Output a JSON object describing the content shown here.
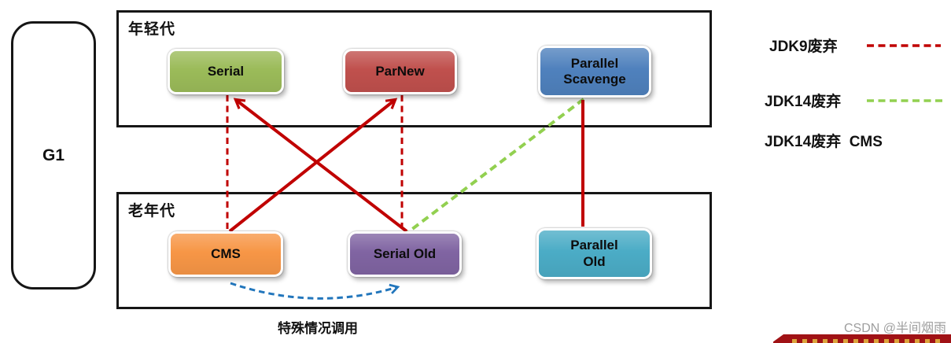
{
  "diagram": {
    "g1_label": "G1",
    "young_gen": {
      "title": "年轻代",
      "collectors": [
        {
          "label": "Serial",
          "color": "#9bbb59"
        },
        {
          "label": "ParNew",
          "color": "#c0504d"
        },
        {
          "label": "Parallel Scavenge",
          "color": "#4f81bd"
        }
      ]
    },
    "old_gen": {
      "title": "老年代",
      "collectors": [
        {
          "label": "CMS",
          "color": "#f79646"
        },
        {
          "label": "Serial Old",
          "color": "#8064a2"
        },
        {
          "label": "Parallel Old",
          "color": "#4bacc6"
        }
      ]
    },
    "connections": [
      {
        "from": "Serial",
        "to": "CMS",
        "style": "dashed",
        "color": "#c00000"
      },
      {
        "from": "Serial",
        "to": "Serial Old",
        "style": "solid-arrow",
        "color": "#c00000"
      },
      {
        "from": "ParNew",
        "to": "CMS",
        "style": "solid-arrow",
        "color": "#c00000"
      },
      {
        "from": "ParNew",
        "to": "Serial Old",
        "style": "dashed",
        "color": "#c00000"
      },
      {
        "from": "Parallel Scavenge",
        "to": "Serial Old",
        "style": "dashed",
        "color": "#92d050"
      },
      {
        "from": "Parallel Scavenge",
        "to": "Parallel Old",
        "style": "solid",
        "color": "#c00000"
      },
      {
        "from": "CMS",
        "to": "Serial Old",
        "style": "dashed-arc-arrow",
        "color": "#2276bc",
        "label": "特殊情况调用"
      }
    ],
    "special_case_label": "特殊情况调用"
  },
  "legend": {
    "items": [
      {
        "label": "JDK9废弃",
        "line_color": "#c00000",
        "line_style": "dashed"
      },
      {
        "label": "JDK14废弃",
        "line_color": "#92d050",
        "line_style": "dashed"
      },
      {
        "label": "JDK14废弃  CMS",
        "line_color": "",
        "line_style": "none"
      }
    ]
  },
  "watermark": {
    "text": "CSDN @半间烟雨",
    "color": "#9e9e9e"
  },
  "ribbon": {
    "color": "#a01215",
    "accent_color": "#dba43c"
  }
}
